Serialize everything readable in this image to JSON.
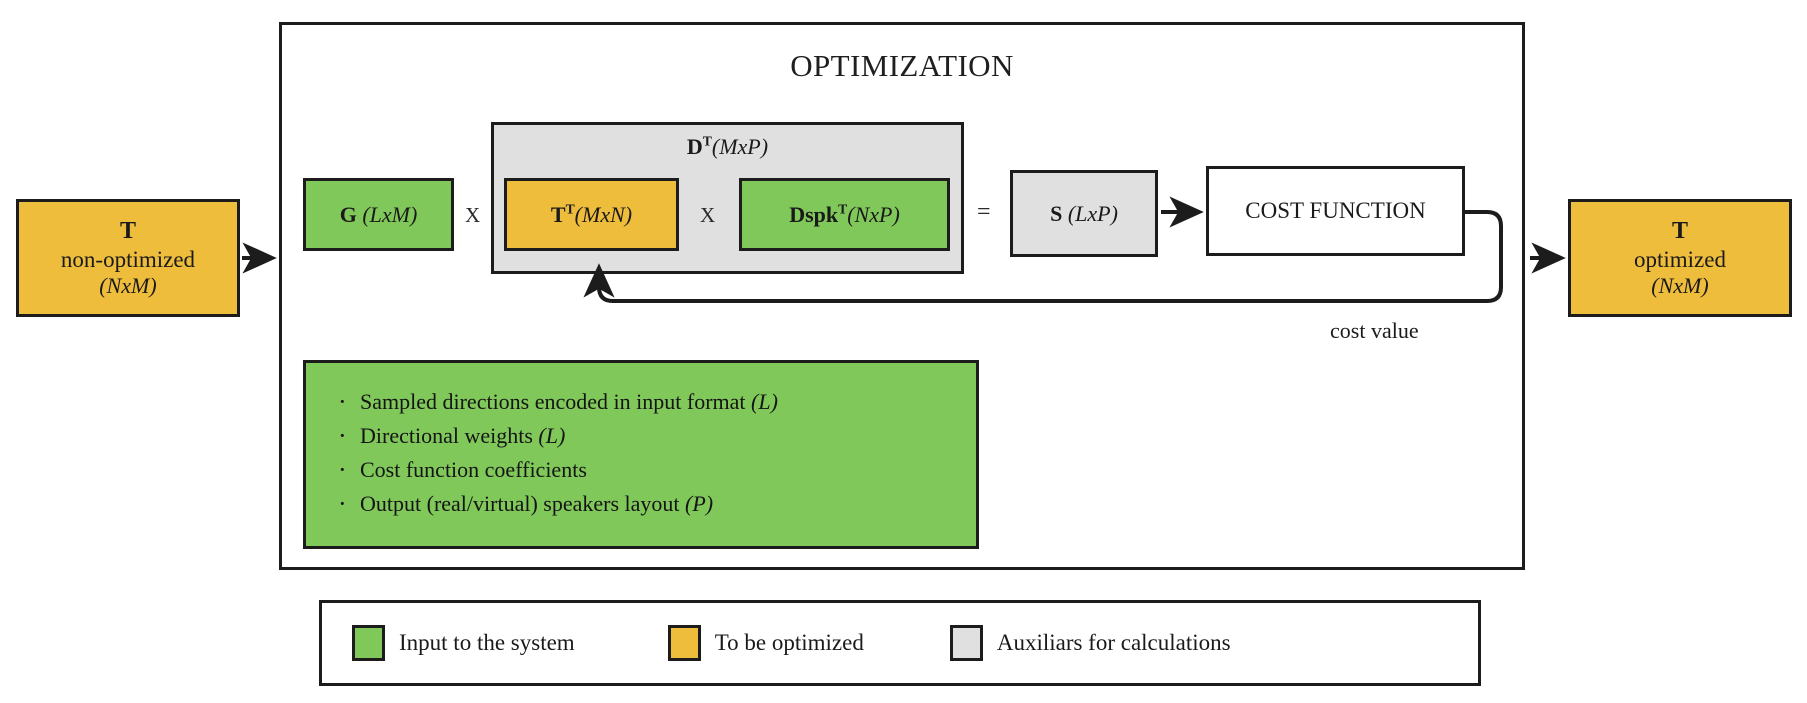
{
  "diagram": {
    "title": "OPTIMIZATION",
    "colors": {
      "input_green": "#81c85a",
      "optimize_orange": "#efbd3c",
      "auxiliar_grey": "#e0e0e0",
      "stroke": "#1c1c1c",
      "background": "#ffffff"
    }
  },
  "input_block": {
    "symbol": "T",
    "state": "non-optimized",
    "dimensions": "(NxM)"
  },
  "output_block": {
    "symbol": "T",
    "state": "optimized",
    "dimensions": "(NxM)"
  },
  "equation": {
    "g": {
      "symbol": "G",
      "dimensions": "(LxM)"
    },
    "operator_1": "X",
    "d_transpose_group": {
      "symbol": "D",
      "superscript": "T",
      "dimensions": "(MxP)"
    },
    "t_transpose": {
      "symbol": "T",
      "superscript": "T",
      "dimensions": "(MxN)"
    },
    "operator_2": "X",
    "dspk_transpose": {
      "symbol": "Dspk",
      "superscript": "T",
      "dimensions": "(NxP)"
    },
    "operator_equals": "=",
    "s": {
      "symbol": "S",
      "dimensions": "(LxP)"
    }
  },
  "cost_function": {
    "label": "COST FUNCTION",
    "feedback_label": "cost value"
  },
  "inputs_list": {
    "items": [
      {
        "text": "Sampled directions encoded in input format ",
        "note": "(L)"
      },
      {
        "text": "Directional weights ",
        "note": "(L)"
      },
      {
        "text": "Cost function coefficients",
        "note": ""
      },
      {
        "text": "Output (real/virtual) speakers layout ",
        "note": "(P)"
      }
    ]
  },
  "legend": {
    "items": [
      {
        "label": "Input to the system",
        "color": "#81c85a"
      },
      {
        "label": "To be optimized",
        "color": "#efbd3c"
      },
      {
        "label": "Auxiliars for calculations",
        "color": "#e0e0e0"
      }
    ]
  }
}
